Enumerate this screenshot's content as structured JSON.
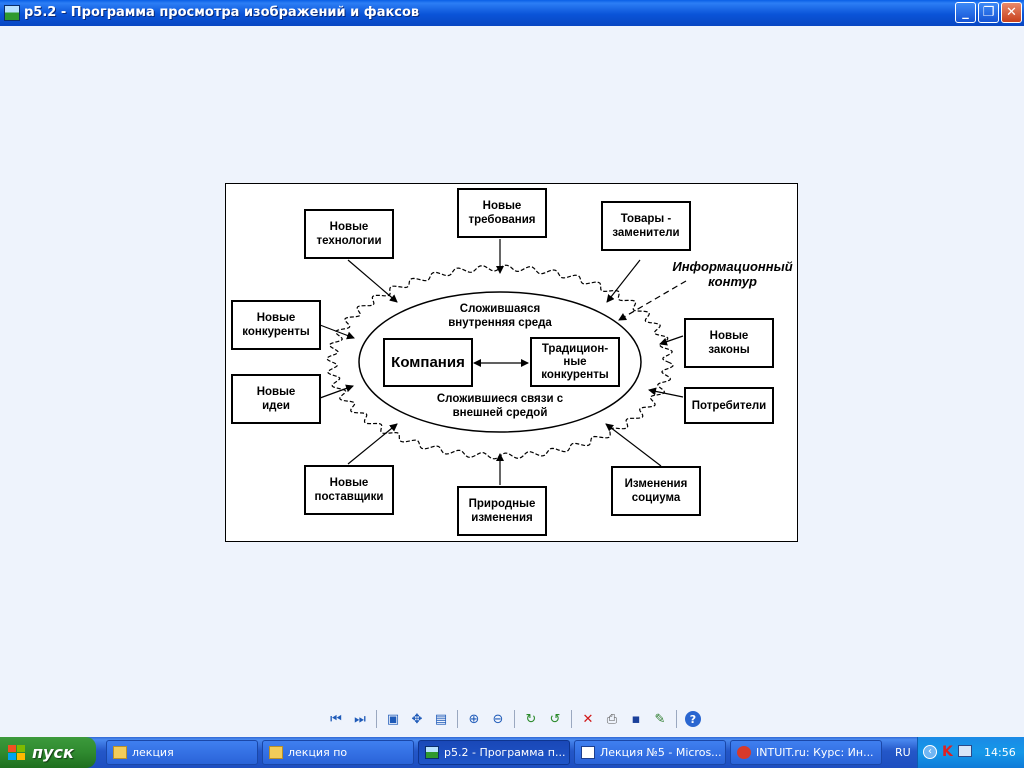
{
  "window": {
    "title": "р5.2 - Программа просмотра изображений и факсов",
    "minimize": "_",
    "maximize": "❐",
    "close": "✕"
  },
  "diagram": {
    "boxes": {
      "new_requirements": "Новые\nтребования",
      "new_technologies": "Новые\nтехнологии",
      "substitutes": "Товары -\nзаменители",
      "new_competitors": "Новые\nконкуренты",
      "new_laws": "Новые\nзаконы",
      "new_ideas": "Новые\nидеи",
      "consumers": "Потребители",
      "new_suppliers": "Новые\nпоставщики",
      "natural_changes": "Природные\nизменения",
      "social_changes": "Изменения\nсоциума",
      "company": "Компания",
      "traditional_competitors": "Традицион-\nные\nконкуренты"
    },
    "labels": {
      "internal_env": "Сложившаяся\nвнутренняя среда",
      "external_links": "Сложившиеся связи с\nвнешней средой",
      "info_contour": "Информационный\nконтур"
    }
  },
  "toolbar": {
    "buttons": [
      {
        "name": "previous-image-button",
        "icon": "prev-icon",
        "glyph": "⏮"
      },
      {
        "name": "next-image-button",
        "icon": "next-icon",
        "glyph": "⏭"
      },
      {
        "name": "best-fit-button",
        "icon": "best-fit-icon",
        "glyph": "▣"
      },
      {
        "name": "actual-size-button",
        "icon": "actual-size-icon",
        "glyph": "✥"
      },
      {
        "name": "slideshow-button",
        "icon": "slideshow-icon",
        "glyph": "▤"
      },
      {
        "name": "zoom-in-button",
        "icon": "zoom-in-icon",
        "glyph": "⊕"
      },
      {
        "name": "zoom-out-button",
        "icon": "zoom-out-icon",
        "glyph": "⊖"
      },
      {
        "name": "rotate-clockwise-button",
        "icon": "rotate-cw-icon",
        "glyph": "↻"
      },
      {
        "name": "rotate-counterclockwise-button",
        "icon": "rotate-ccw-icon",
        "glyph": "↺"
      },
      {
        "name": "delete-button",
        "icon": "delete-icon",
        "glyph": "✕"
      },
      {
        "name": "print-button",
        "icon": "print-icon",
        "glyph": "⎙"
      },
      {
        "name": "save-button",
        "icon": "save-icon",
        "glyph": "▪"
      },
      {
        "name": "edit-button",
        "icon": "edit-icon",
        "glyph": "✎"
      },
      {
        "name": "help-button",
        "icon": "help-icon",
        "glyph": "?"
      }
    ]
  },
  "taskbar": {
    "start_label": "пуск",
    "tasks": [
      {
        "label": "лекция",
        "icon": "folder-icon"
      },
      {
        "label": "лекция по",
        "icon": "folder-icon"
      },
      {
        "label": "р5.2 - Программа п...",
        "icon": "image-viewer-icon"
      },
      {
        "label": "Лекция №5 - Micros...",
        "icon": "word-icon"
      },
      {
        "label": "INTUIT.ru: Курс: Ин...",
        "icon": "browser-icon"
      }
    ],
    "language": "RU",
    "clock": "14:56"
  },
  "colors": {
    "titlebar": "#0a54d8",
    "taskbar": "#2457c8",
    "start": "#2f8a2f",
    "tray": "#1598e8",
    "canvas": "#eef3fc"
  }
}
